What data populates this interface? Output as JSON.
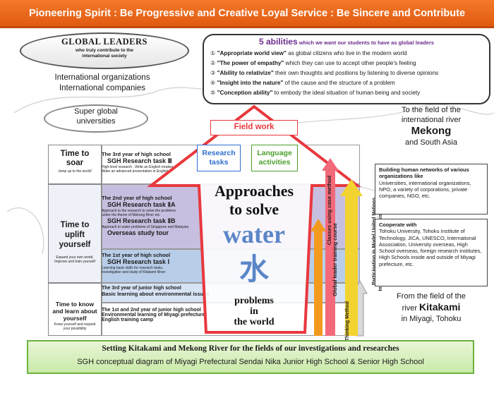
{
  "banner": {
    "text": "Pioneering Spirit : Be Progressive and Creative  Loyal Service : Be Sincere and Contribute"
  },
  "leaders": {
    "title": "GLOBAL LEADERS",
    "subtitle_1": "who truly contribute to the",
    "subtitle_2": "international society"
  },
  "orgs": {
    "line1": "International organizations",
    "line2": "International companies"
  },
  "super_global": {
    "line1": "Super global",
    "line2": "universities"
  },
  "abilities": {
    "title_main": "5 abilities",
    "title_rest": " which we want our students to have as global leaders",
    "items": [
      {
        "num": "①",
        "bold": "\"Appropriate world view\"",
        "rest": " as global citizens who live in the modern world"
      },
      {
        "num": "②",
        "bold": "\"The power of empathy\"",
        "rest": "  which they can use to accept other people's feeling"
      },
      {
        "num": "③",
        "bold": "\"Ability to relativize\"",
        "rest": "  their own thoughts and positions by listening to diverse opinions"
      },
      {
        "num": "④",
        "bold": "\"Insight into the nature\"",
        "rest": " of  the cause and the structure of a problem"
      },
      {
        "num": "⑤",
        "bold": "\"Conception ability\"",
        "rest": "  to embody the ideal situation of human being and society"
      }
    ]
  },
  "arrow": {
    "field_work": "Field work",
    "research_1": "Research",
    "research_2": "tasks",
    "language_1": "Language",
    "language_2": "activities",
    "approaches_1": "Approaches",
    "approaches_2": "to solve",
    "water": "water",
    "kanji": "水",
    "problems_1": "problems",
    "problems_2": "in",
    "problems_3": "the world"
  },
  "stages": {
    "soar_title_1": "Time to",
    "soar_title_2": "soar",
    "soar_sub": "Jump up to the world!",
    "uplift_title_1": "Time to",
    "uplift_title_2": "uplift",
    "uplift_title_3": "yourself",
    "uplift_sub_1": "Expand your own world,",
    "uplift_sub_2": "Improve and train yourself",
    "know_title_1": "Time to know",
    "know_title_2": "and learn about",
    "know_title_3": "yourself",
    "know_sub_1": "Know yourself and expand",
    "know_sub_2": "your possibility"
  },
  "years": {
    "hs3_head": "The 3rd year of high school",
    "hs3_task": "SGH Research task  Ⅲ",
    "hs3_d1": "High-level research , Write an English treatise ,",
    "hs3_d2": "Make an advanced presentation in English",
    "hs2_head": "The 2nd year of high school",
    "hs2_taskA": "SGH Research task  ⅡA",
    "hs2_dA1": "Approach to the research to solve the problems",
    "hs2_dA2": "under the theme of Mekong River etc.",
    "hs2_taskB": "SGH Research task  ⅡB",
    "hs2_dB1": "Approach to water problems of Singapore and Malaysia",
    "hs2_tour": "Overseas study tour",
    "hs1_head": "The 1st year of high school",
    "hs1_task": "SGH Research task   Ⅰ",
    "hs1_d1": "Learning basic skills for research tasks,",
    "hs1_d2": "Investigation and study of Kitakami River",
    "jh3_head": "The 3rd year of junior high school",
    "jh3_d": "Basic learning about environmental issues",
    "jh12_head": "The 1st and 2nd year of junior high school",
    "jh12_d1": "Environmental learning of Miyagi prefecture,",
    "jh12_d2": "English training camp"
  },
  "vertical_arrows": {
    "thinking": "Thinking Method",
    "global": "Global leader training course",
    "case": "Classes using case method",
    "un_1": "Participation in Model United Nations,",
    "un_2": "International exchange with a sister school"
  },
  "mekong": {
    "line1": "To the field of the",
    "line2": "international river",
    "name": "Mekong",
    "line3": "and South Asia"
  },
  "network_box": {
    "title": "Building human networks of various organizations like",
    "body": "Universities, international organizations, NPO, a variety of corporations, private companies, NGO, etc."
  },
  "coop_box": {
    "title": "Cooperate with",
    "body": "Tohoku University, Tohoku Institute of Technology, JICA, UNESCO, International Association, University overseas, High School overseas, foreign research institutes, High Schools inside and outside of Miyagi prefecture,   etc."
  },
  "kitakami": {
    "line1": "From the field of the",
    "line2a": "river ",
    "name": "Kitakami",
    "line3": "in Miyagi, Tohoku"
  },
  "bottom": {
    "line1": "Setting Kitakami and Mekong River for the fields of our investigations and researches",
    "line2": "SGH conceptual diagram of Miyagi Prefectural Sendai Nika Junior High School & Senior High School"
  },
  "colors": {
    "banner": "#f06a1e",
    "arrow_outline": "#e8383d",
    "research_box": "#2f6fd0",
    "language_box": "#4aa02c",
    "water_text": "#5b86c8",
    "band_purple": "#c8bfe0",
    "band_blue": "#b8cde8",
    "band_light": "#d6e3f4",
    "bottom_green": "#c9e9a8"
  }
}
